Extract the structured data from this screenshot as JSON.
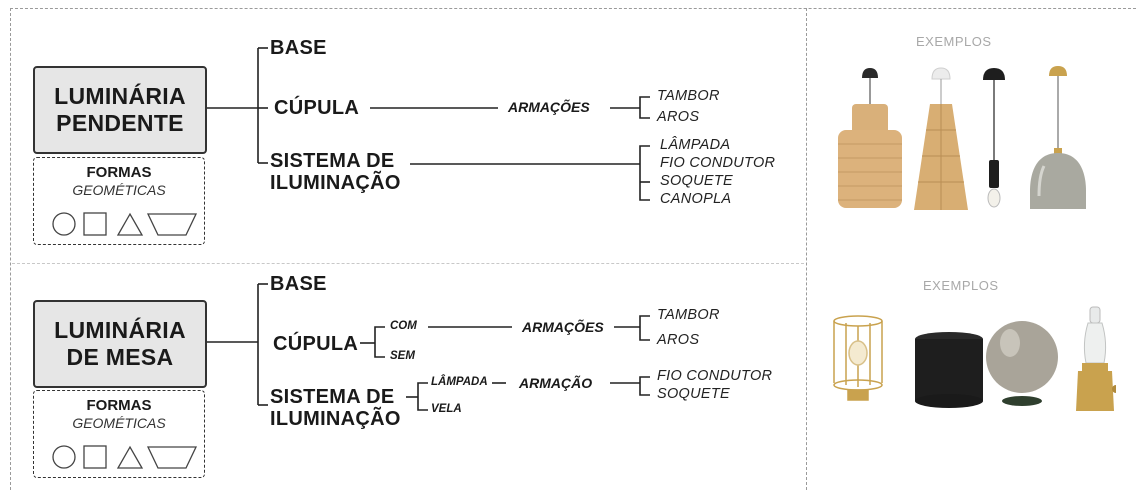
{
  "pendant": {
    "title": "LUMINÁRIA\nPENDENTE",
    "forms_title": "FORMAS",
    "forms_subtitle": "GEOMÉTICAS",
    "base": "BASE",
    "cupula": "CÚPULA",
    "armacoes": "ARMAÇÕES",
    "tambor": "TAMBOR",
    "aros": "AROS",
    "sistema": "SISTEMA DE\nILUMINAÇÃO",
    "lampada": "LÂMPADA",
    "fio": "FIO CONDUTOR",
    "soquete": "SOQUETE",
    "canopla": "CANOPLA"
  },
  "table": {
    "title": "LUMINÁRIA\nDE MESA",
    "forms_title": "FORMAS",
    "forms_subtitle": "GEOMÉTICAS",
    "base": "BASE",
    "cupula": "CÚPULA",
    "com": "COM",
    "sem": "SEM",
    "armacoes": "ARMAÇÕES",
    "tambor": "TAMBOR",
    "aros": "AROS",
    "sistema": "SISTEMA DE\nILUMINAÇÃO",
    "lampada": "LÂMPADA",
    "vela": "VELA",
    "armacao": "ARMAÇÃO",
    "fio": "FIO CONDUTOR",
    "soquete": "SOQUETE"
  },
  "examples": {
    "top_label": "EXEMPLOS",
    "bottom_label": "EXEMPLOS"
  },
  "colors": {
    "box_fill": "#e6e6e6",
    "line": "#222222",
    "bamboo": "#d9b07a",
    "brass": "#c9a24e",
    "dark": "#1e1e1e",
    "smoke_glass": "#a9a9a0"
  }
}
